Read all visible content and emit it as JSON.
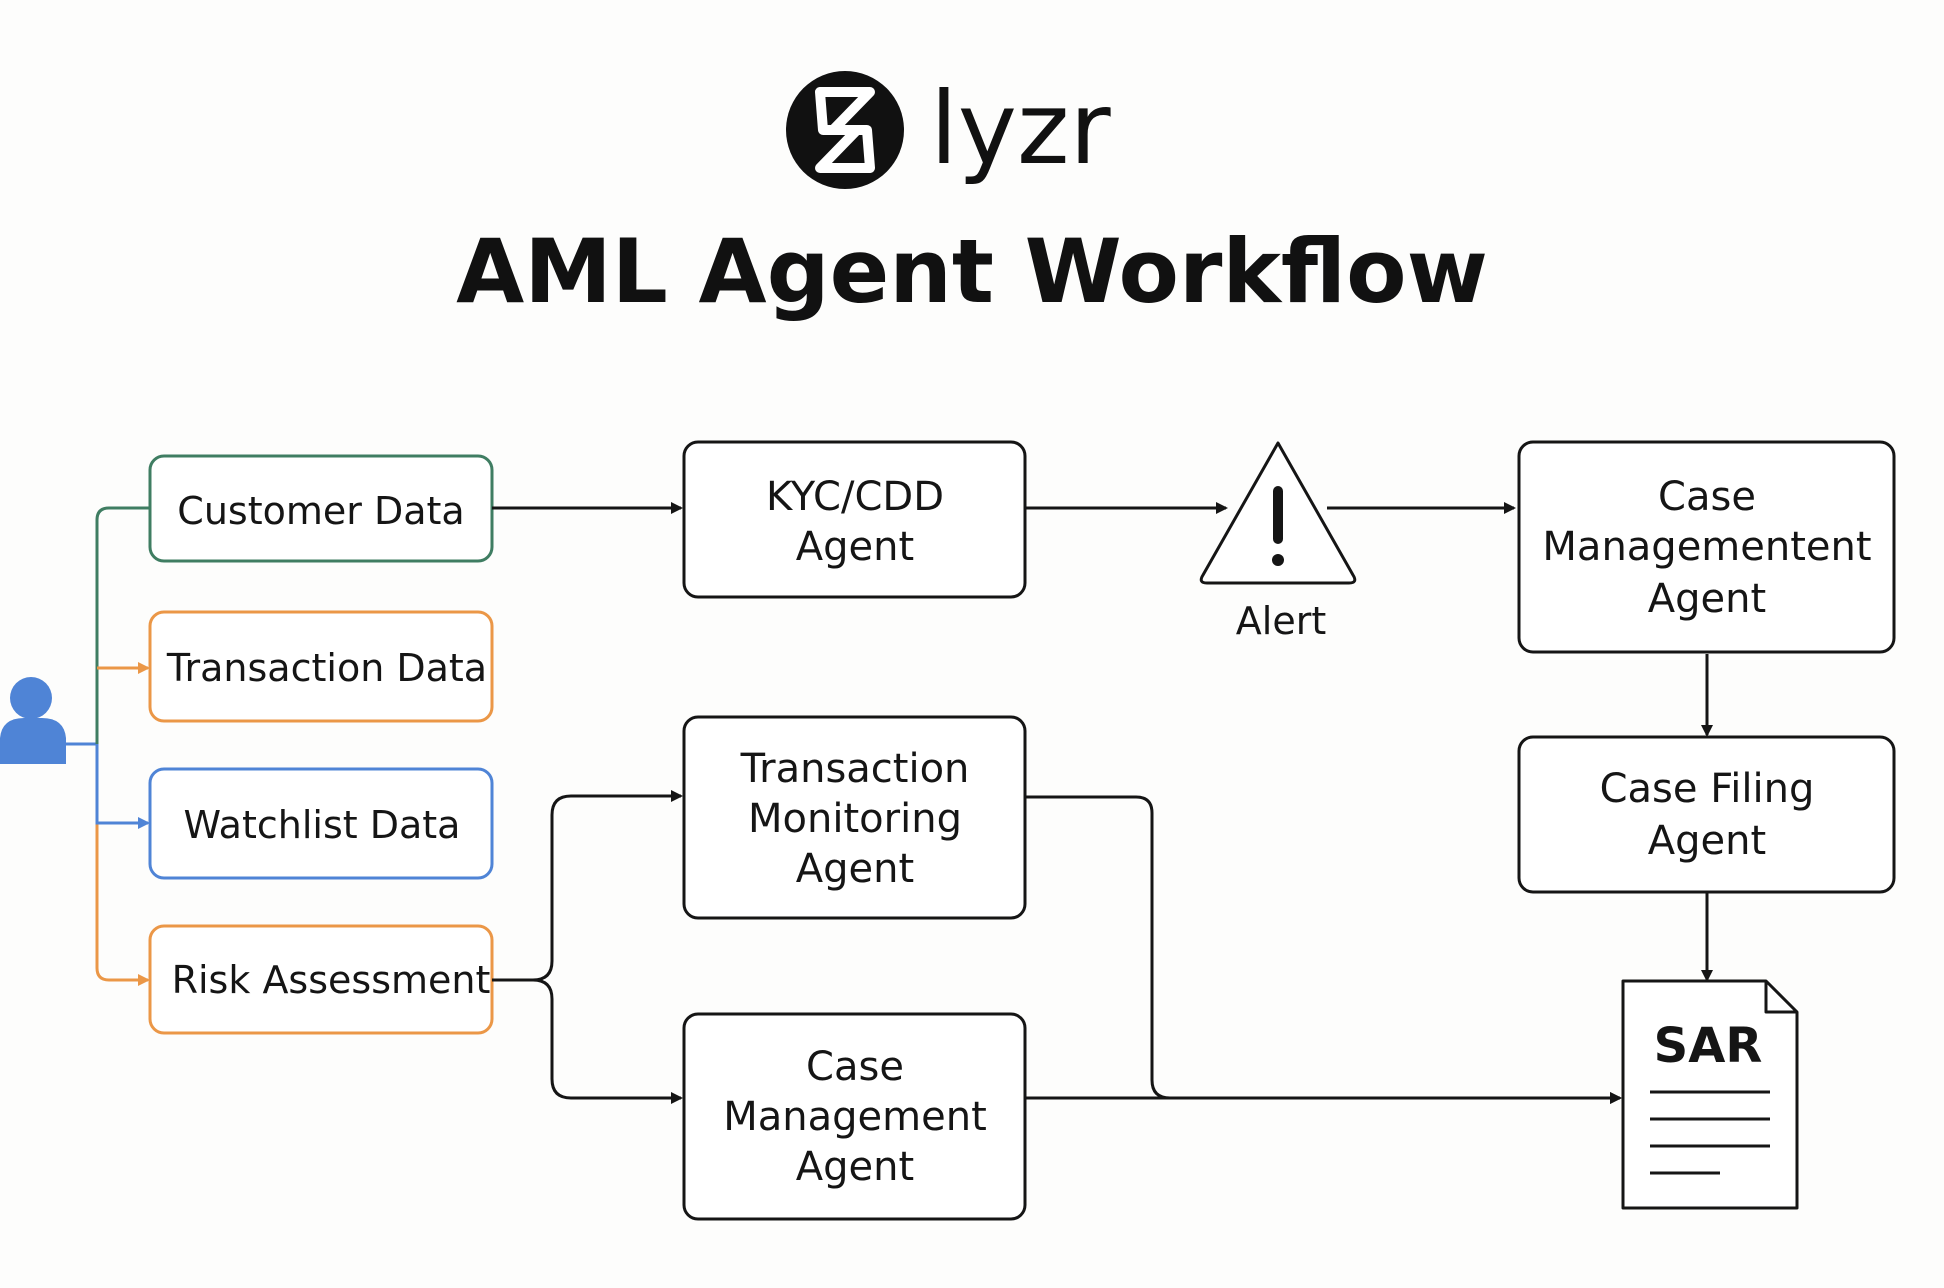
{
  "brand": {
    "name": "lyzr",
    "logo_icon": "hourglass-logo-icon"
  },
  "title": "AML Agent Workflow",
  "inputs": {
    "customer_data": "Customer Data",
    "transaction_data": "Transaction Data",
    "watchlist_data": "Watchlist Data",
    "risk_assessment": "Risk Assessment"
  },
  "agents": {
    "kyc_cdd": [
      "KYC/CDD",
      "Agent"
    ],
    "transaction_monitoring": [
      "Transaction",
      "Monitoring",
      "Agent"
    ],
    "case_management_bottom": [
      "Case",
      "Management",
      "Agent"
    ],
    "case_management_top": [
      "Case",
      "Managementent",
      "Agent"
    ],
    "case_filing": [
      "Case Filing",
      "Agent"
    ]
  },
  "alert": {
    "label": "Alert",
    "icon": "warning-triangle-icon"
  },
  "output": {
    "sar_label": "SAR",
    "icon": "document-icon"
  },
  "user": {
    "icon": "user-icon"
  },
  "colors": {
    "green": "#3f7d62",
    "orange": "#eb9747",
    "blue": "#4f84d6",
    "black": "#151515",
    "user": "#4f84d6"
  }
}
